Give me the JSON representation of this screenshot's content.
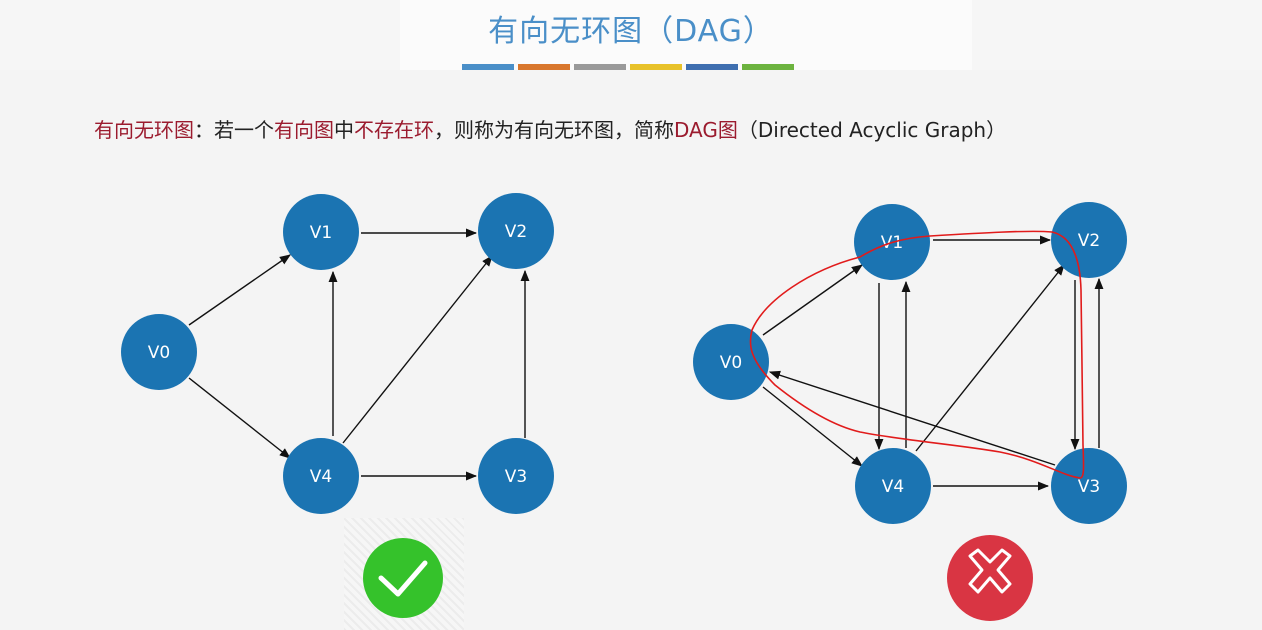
{
  "header": {
    "title": "有向无环图（DAG）",
    "stripe_colors": [
      "#4a8fc8",
      "#d9772d",
      "#9a9a9a",
      "#e8c22a",
      "#3f6fb0",
      "#6cb33f"
    ]
  },
  "definition": {
    "term": "有向无环图",
    "colon": "：若一个",
    "directed_graph": "有向图",
    "mid": "中",
    "no_cycle": "不存在环",
    "rest": "，则称为有向无环图，简称",
    "dag": "DAG图",
    "english": "（Directed Acyclic Graph）"
  },
  "colors": {
    "node": "#1b74b2",
    "accent_text": "#9b1b2e",
    "check_badge": "#35c22b",
    "cross_badge": "#d93543",
    "cycle_outline": "#e11b1b"
  },
  "left_graph": {
    "nodes": [
      "V0",
      "V1",
      "V2",
      "V3",
      "V4"
    ],
    "edges": [
      [
        "V0",
        "V1"
      ],
      [
        "V0",
        "V4"
      ],
      [
        "V1",
        "V2"
      ],
      [
        "V4",
        "V1"
      ],
      [
        "V4",
        "V2"
      ],
      [
        "V4",
        "V3"
      ],
      [
        "V3",
        "V2"
      ]
    ],
    "verdict_icon": "check-icon"
  },
  "right_graph": {
    "nodes": [
      "V0",
      "V1",
      "V2",
      "V3",
      "V4"
    ],
    "edges": [
      [
        "V0",
        "V1"
      ],
      [
        "V0",
        "V4"
      ],
      [
        "V1",
        "V2"
      ],
      [
        "V1",
        "V4"
      ],
      [
        "V4",
        "V1"
      ],
      [
        "V4",
        "V2"
      ],
      [
        "V4",
        "V3"
      ],
      [
        "V2",
        "V3"
      ],
      [
        "V3",
        "V2"
      ],
      [
        "V3",
        "V0"
      ]
    ],
    "verdict_icon": "cross-icon"
  }
}
